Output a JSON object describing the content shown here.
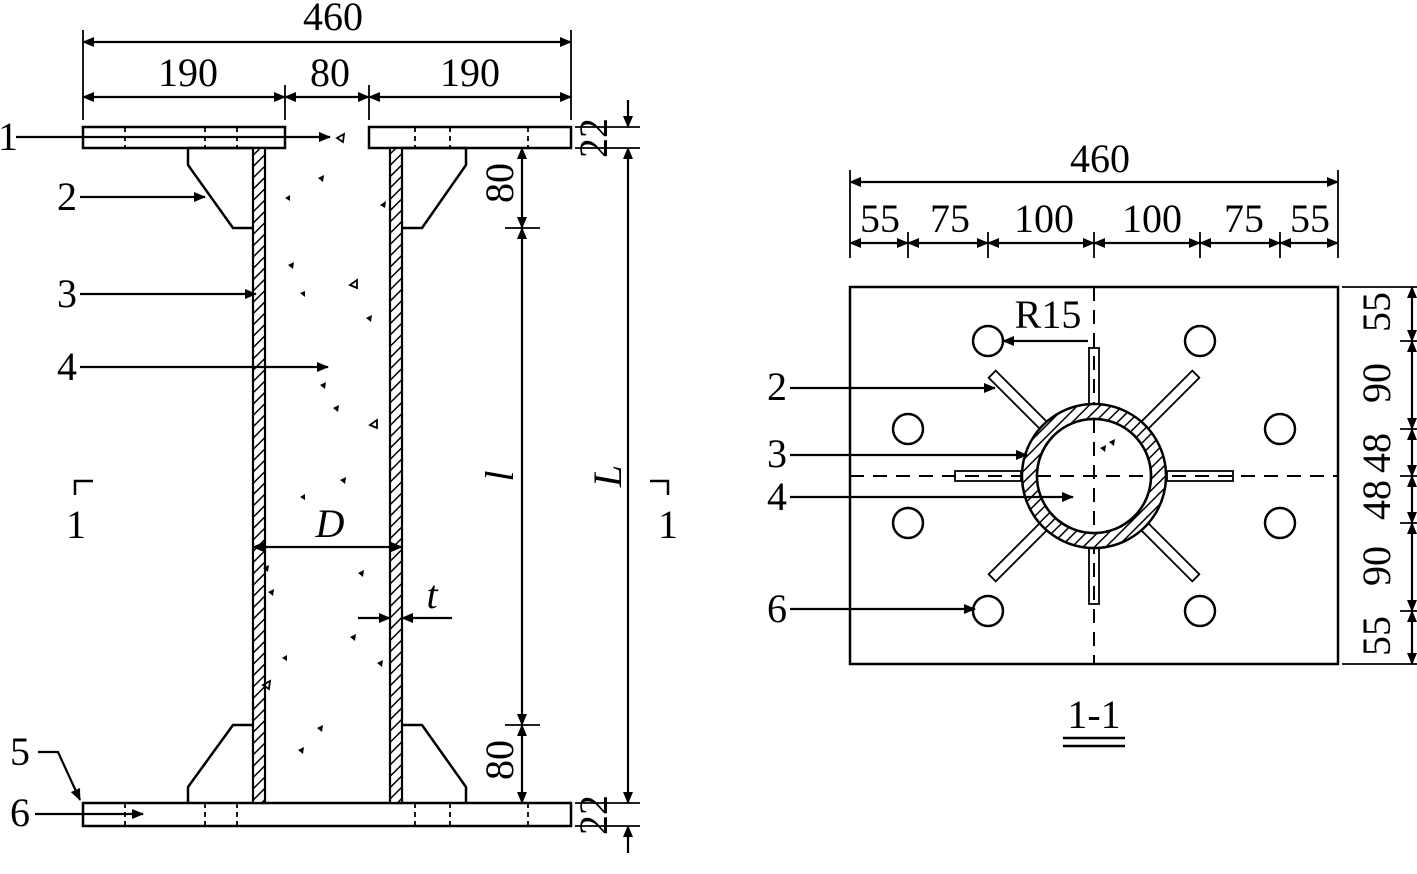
{
  "elevation": {
    "dims": {
      "total_width": "460",
      "left_width": "190",
      "mid_width": "80",
      "right_width": "190",
      "top_plate": "22",
      "bottom_plate": "22",
      "top_stiffener": "80",
      "bottom_stiffener": "80",
      "clear_length": "l",
      "total_length": "L",
      "diameter": "D",
      "thickness": "t"
    },
    "labels": [
      "1",
      "2",
      "3",
      "4",
      "5",
      "6"
    ],
    "section_mark": "1"
  },
  "section": {
    "title": "1-1",
    "radius": "R15",
    "top_total": "460",
    "top_parts": [
      "55",
      "75",
      "100",
      "100",
      "75",
      "55"
    ],
    "right_parts": [
      "55",
      "90",
      "48",
      "48",
      "90",
      "55"
    ],
    "labels": [
      "2",
      "3",
      "4",
      "6"
    ]
  }
}
